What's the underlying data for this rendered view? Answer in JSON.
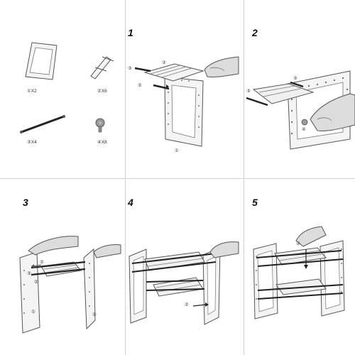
{
  "parts": [
    {
      "label": "①X2",
      "icon": "frame-icon"
    },
    {
      "label": "②X6",
      "icon": "rod-icon"
    },
    {
      "label": "③X4",
      "icon": "bar-icon"
    },
    {
      "label": "④X8",
      "icon": "knob-icon"
    }
  ],
  "steps": [
    {
      "number": "1",
      "callouts": [
        "③",
        "③",
        "②",
        "①"
      ]
    },
    {
      "number": "2",
      "callouts": [
        "③",
        "③",
        "④"
      ]
    },
    {
      "number": "3",
      "callouts": [
        "②",
        "③",
        "②",
        "①",
        "①"
      ]
    },
    {
      "number": "4",
      "callouts": [
        "②"
      ]
    },
    {
      "number": "5",
      "callouts": [
        "②"
      ]
    }
  ],
  "colors": {
    "line": "#555555",
    "frame": "#f4f4f4",
    "bar": "#222222",
    "grid": "#cfcfcf",
    "skin": "#dcdcdc"
  }
}
